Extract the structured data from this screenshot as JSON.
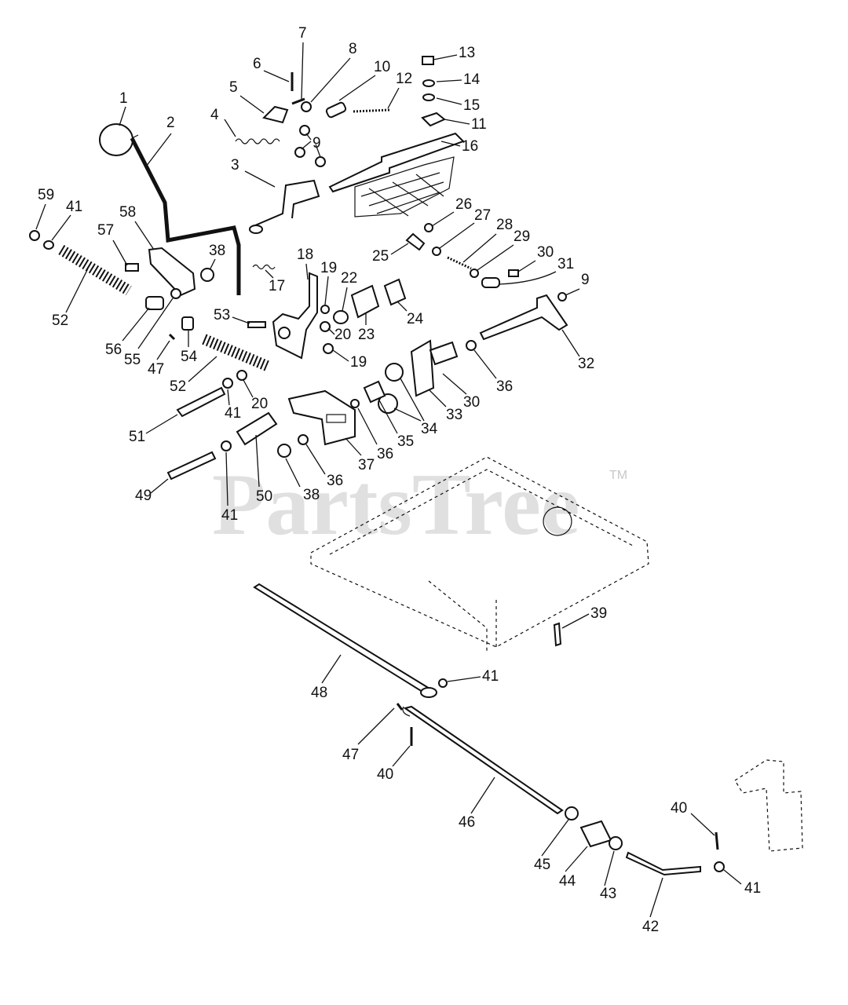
{
  "diagram": {
    "callouts": [
      {
        "id": "c1",
        "label": "1"
      },
      {
        "id": "c2",
        "label": "2"
      },
      {
        "id": "c3",
        "label": "3"
      },
      {
        "id": "c4",
        "label": "4"
      },
      {
        "id": "c5",
        "label": "5"
      },
      {
        "id": "c6",
        "label": "6"
      },
      {
        "id": "c7",
        "label": "7"
      },
      {
        "id": "c8",
        "label": "8"
      },
      {
        "id": "c9a",
        "label": "9"
      },
      {
        "id": "c10",
        "label": "10"
      },
      {
        "id": "c11",
        "label": "11"
      },
      {
        "id": "c12",
        "label": "12"
      },
      {
        "id": "c13",
        "label": "13"
      },
      {
        "id": "c14",
        "label": "14"
      },
      {
        "id": "c15",
        "label": "15"
      },
      {
        "id": "c16",
        "label": "16"
      },
      {
        "id": "c17",
        "label": "17"
      },
      {
        "id": "c18",
        "label": "18"
      },
      {
        "id": "c19a",
        "label": "19"
      },
      {
        "id": "c19b",
        "label": "19"
      },
      {
        "id": "c20a",
        "label": "20"
      },
      {
        "id": "c20b",
        "label": "20"
      },
      {
        "id": "c22",
        "label": "22"
      },
      {
        "id": "c23",
        "label": "23"
      },
      {
        "id": "c24",
        "label": "24"
      },
      {
        "id": "c25",
        "label": "25"
      },
      {
        "id": "c26",
        "label": "26"
      },
      {
        "id": "c27",
        "label": "27"
      },
      {
        "id": "c28",
        "label": "28"
      },
      {
        "id": "c29",
        "label": "29"
      },
      {
        "id": "c30a",
        "label": "30"
      },
      {
        "id": "c30b",
        "label": "30"
      },
      {
        "id": "c31",
        "label": "31"
      },
      {
        "id": "c9b",
        "label": "9"
      },
      {
        "id": "c32",
        "label": "32"
      },
      {
        "id": "c33",
        "label": "33"
      },
      {
        "id": "c34",
        "label": "34"
      },
      {
        "id": "c35",
        "label": "35"
      },
      {
        "id": "c36a",
        "label": "36"
      },
      {
        "id": "c36b",
        "label": "36"
      },
      {
        "id": "c36c",
        "label": "36"
      },
      {
        "id": "c37",
        "label": "37"
      },
      {
        "id": "c38a",
        "label": "38"
      },
      {
        "id": "c38b",
        "label": "38"
      },
      {
        "id": "c39",
        "label": "39"
      },
      {
        "id": "c40a",
        "label": "40"
      },
      {
        "id": "c40b",
        "label": "40"
      },
      {
        "id": "c41a",
        "label": "41"
      },
      {
        "id": "c41b",
        "label": "41"
      },
      {
        "id": "c41c",
        "label": "41"
      },
      {
        "id": "c41d",
        "label": "41"
      },
      {
        "id": "c41e",
        "label": "41"
      },
      {
        "id": "c42",
        "label": "42"
      },
      {
        "id": "c43",
        "label": "43"
      },
      {
        "id": "c44",
        "label": "44"
      },
      {
        "id": "c45",
        "label": "45"
      },
      {
        "id": "c46",
        "label": "46"
      },
      {
        "id": "c47a",
        "label": "47"
      },
      {
        "id": "c47b",
        "label": "47"
      },
      {
        "id": "c48",
        "label": "48"
      },
      {
        "id": "c49",
        "label": "49"
      },
      {
        "id": "c50",
        "label": "50"
      },
      {
        "id": "c51",
        "label": "51"
      },
      {
        "id": "c52a",
        "label": "52"
      },
      {
        "id": "c52b",
        "label": "52"
      },
      {
        "id": "c53",
        "label": "53"
      },
      {
        "id": "c54",
        "label": "54"
      },
      {
        "id": "c55",
        "label": "55"
      },
      {
        "id": "c56",
        "label": "56"
      },
      {
        "id": "c57",
        "label": "57"
      },
      {
        "id": "c58",
        "label": "58"
      },
      {
        "id": "c59",
        "label": "59"
      }
    ]
  },
  "watermark": {
    "text": "PartsTree",
    "trademark": "TM"
  }
}
